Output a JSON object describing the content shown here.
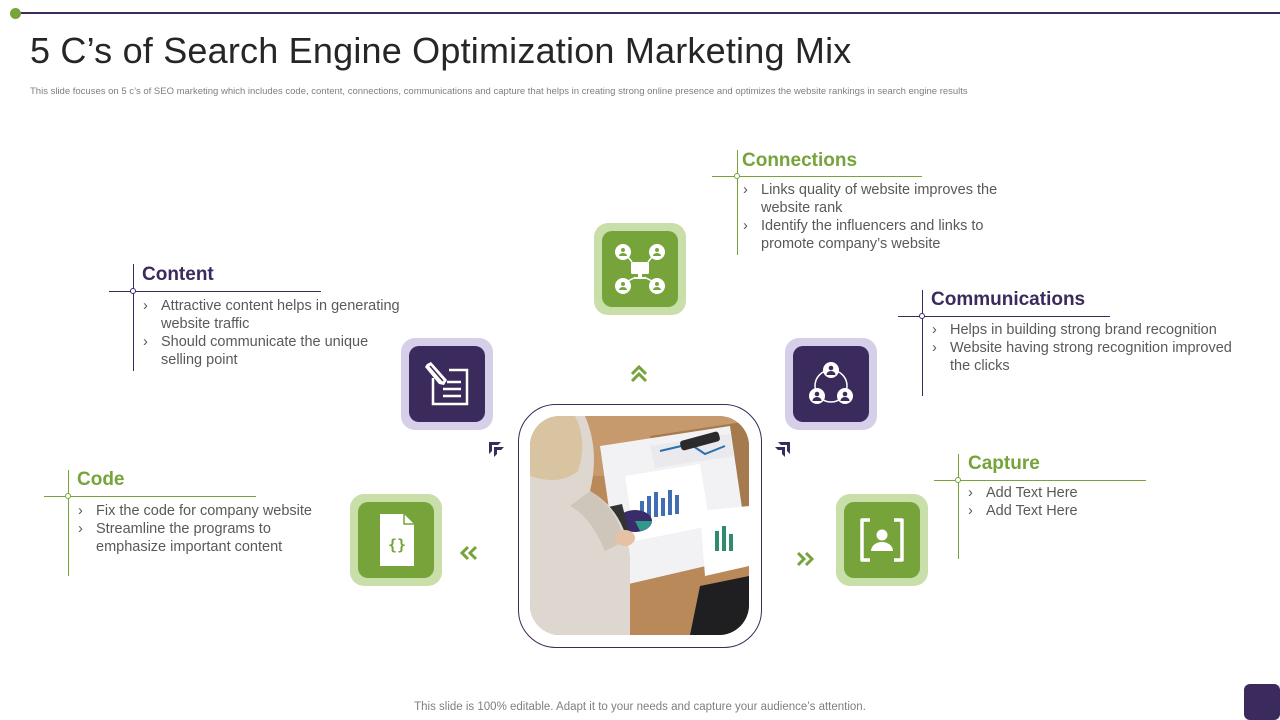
{
  "slide": {
    "title": "5 C’s of Search Engine Optimization Marketing Mix",
    "subtitle": "This slide focuses on 5 c’s of SEO  marketing  which includes code, content, connections, communications and capture that helps in  creating strong online presence and optimizes  the  website rankings in search engine results",
    "footer": "This slide is 100% editable. Adapt it to your needs and capture your audience’s attention."
  },
  "colors": {
    "green": "#76a33a",
    "purple": "#3b2a5c",
    "light_green": "#c9dfa9",
    "light_purple": "#d6cfe9"
  },
  "sections": {
    "connections": {
      "title": "Connections",
      "icon": "network-icon",
      "bullets": [
        "Links quality of website improves the website rank",
        "Identify the influencers and links to promote company’s website"
      ]
    },
    "content": {
      "title": "Content",
      "icon": "edit-document-icon",
      "bullets": [
        "Attractive content helps in generating website traffic",
        "Should communicate the unique selling point"
      ]
    },
    "communications": {
      "title": "Communications",
      "icon": "people-circle-icon",
      "bullets": [
        "Helps in building strong brand recognition",
        "Website having strong recognition improved the clicks"
      ]
    },
    "code": {
      "title": "Code",
      "icon": "code-file-icon",
      "bullets": [
        "Fix the code for company website",
        "Streamline the programs to emphasize important content"
      ]
    },
    "capture": {
      "title": "Capture",
      "icon": "user-focus-icon",
      "bullets": [
        "Add Text Here",
        "Add Text Here"
      ]
    }
  }
}
